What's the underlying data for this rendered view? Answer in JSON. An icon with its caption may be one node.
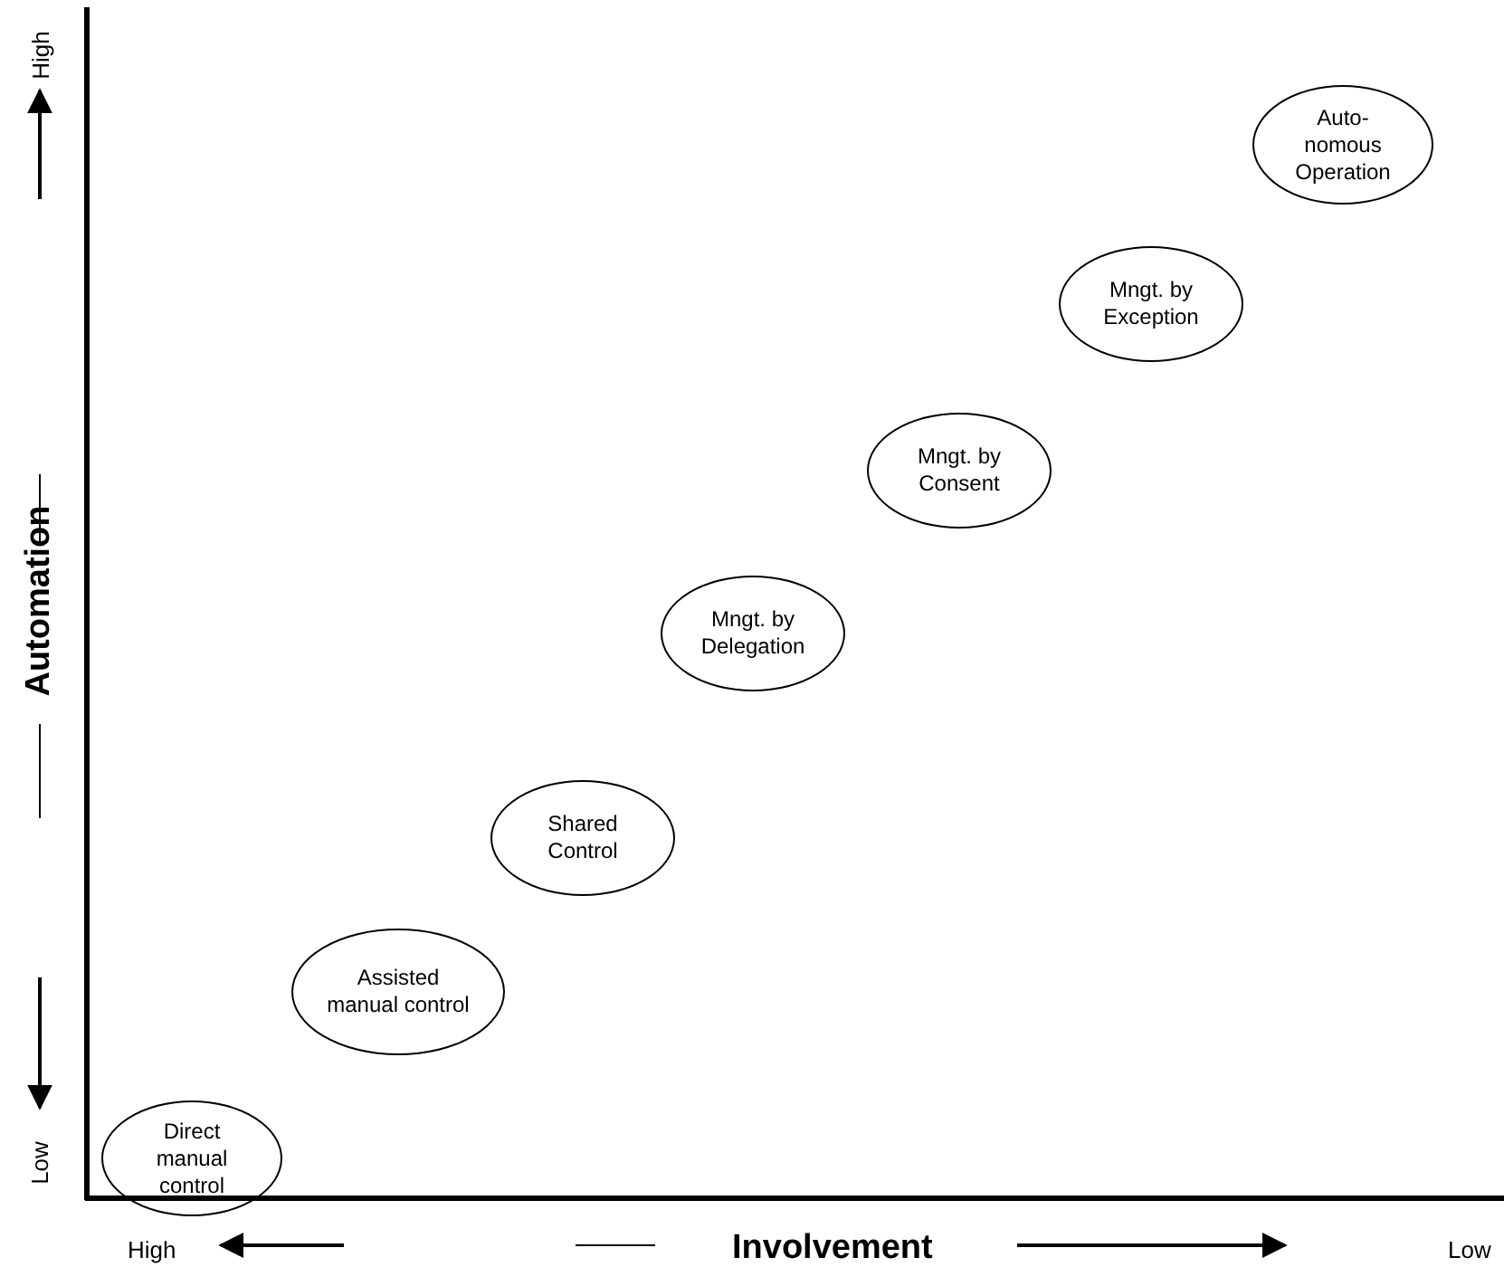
{
  "diagram": {
    "nodes": [
      {
        "text": [
          "Direct manual control"
        ]
      },
      {
        "text": [
          "Assisted manual control"
        ]
      },
      {
        "text": [
          "Shared Control"
        ]
      },
      {
        "text": [
          "Mngt. by Delegation"
        ]
      },
      {
        "text": [
          "Mngt. by Consent"
        ]
      },
      {
        "text": [
          "Mngt. by Exception"
        ]
      },
      {
        "text": [
          "Auto- nomous Operation"
        ]
      }
    ],
    "edges": [],
    "labels": [
      "High",
      "Automation",
      "Low",
      "High",
      "Involvement",
      "Low"
    ]
  }
}
